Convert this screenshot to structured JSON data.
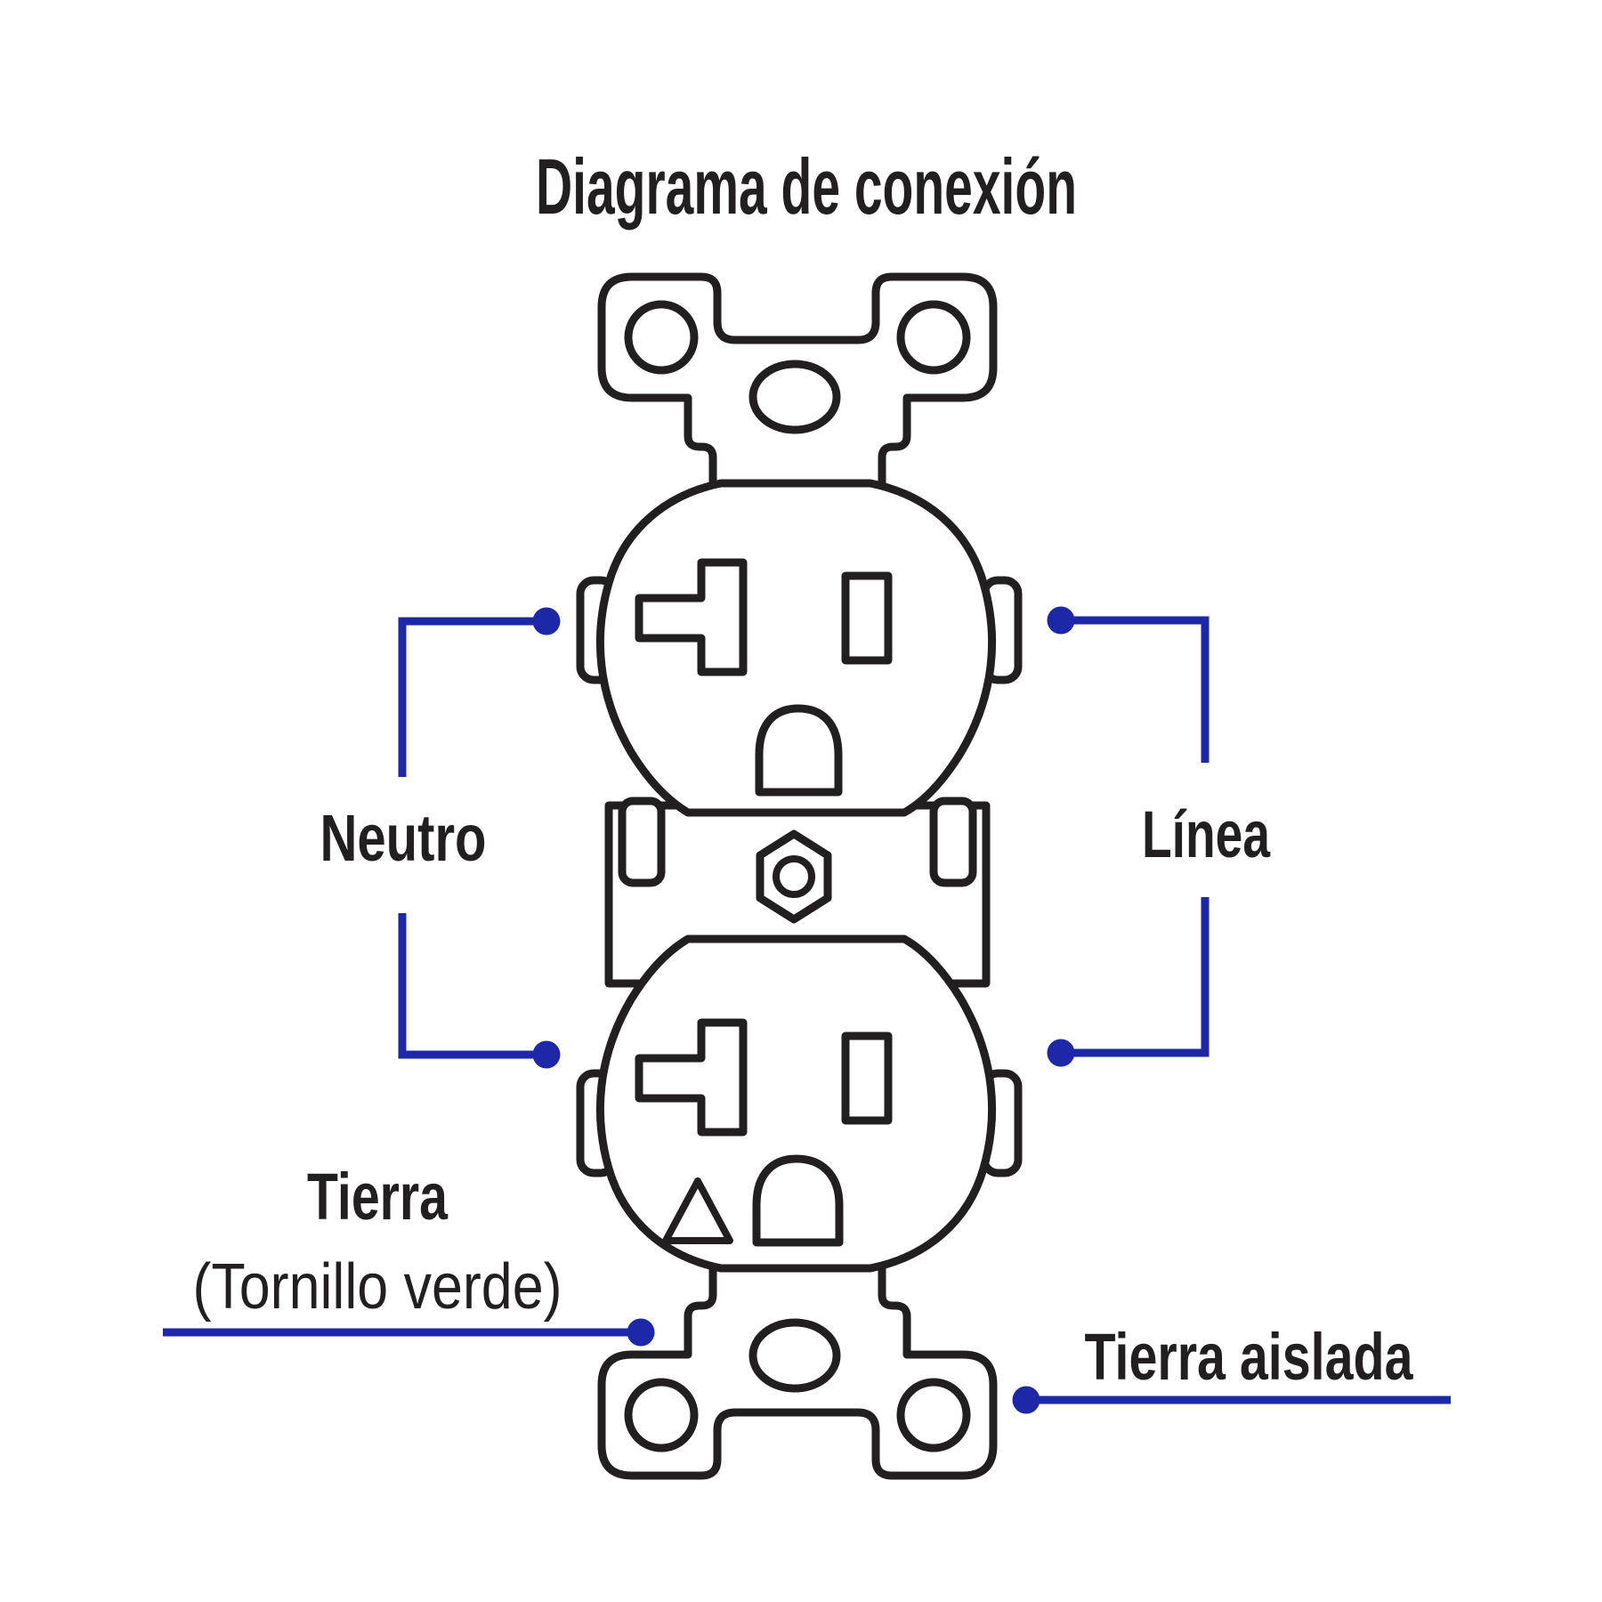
{
  "title": "Diagrama de conexión",
  "labels": {
    "neutral": "Neutro",
    "line": "Línea",
    "ground": "Tierra",
    "ground_note": "(Tornillo verde)",
    "isolated_ground": "Tierra aislada"
  },
  "colors": {
    "accent_blue": "#1c28a8",
    "ink": "#231f20",
    "paper": "#ffffff"
  }
}
